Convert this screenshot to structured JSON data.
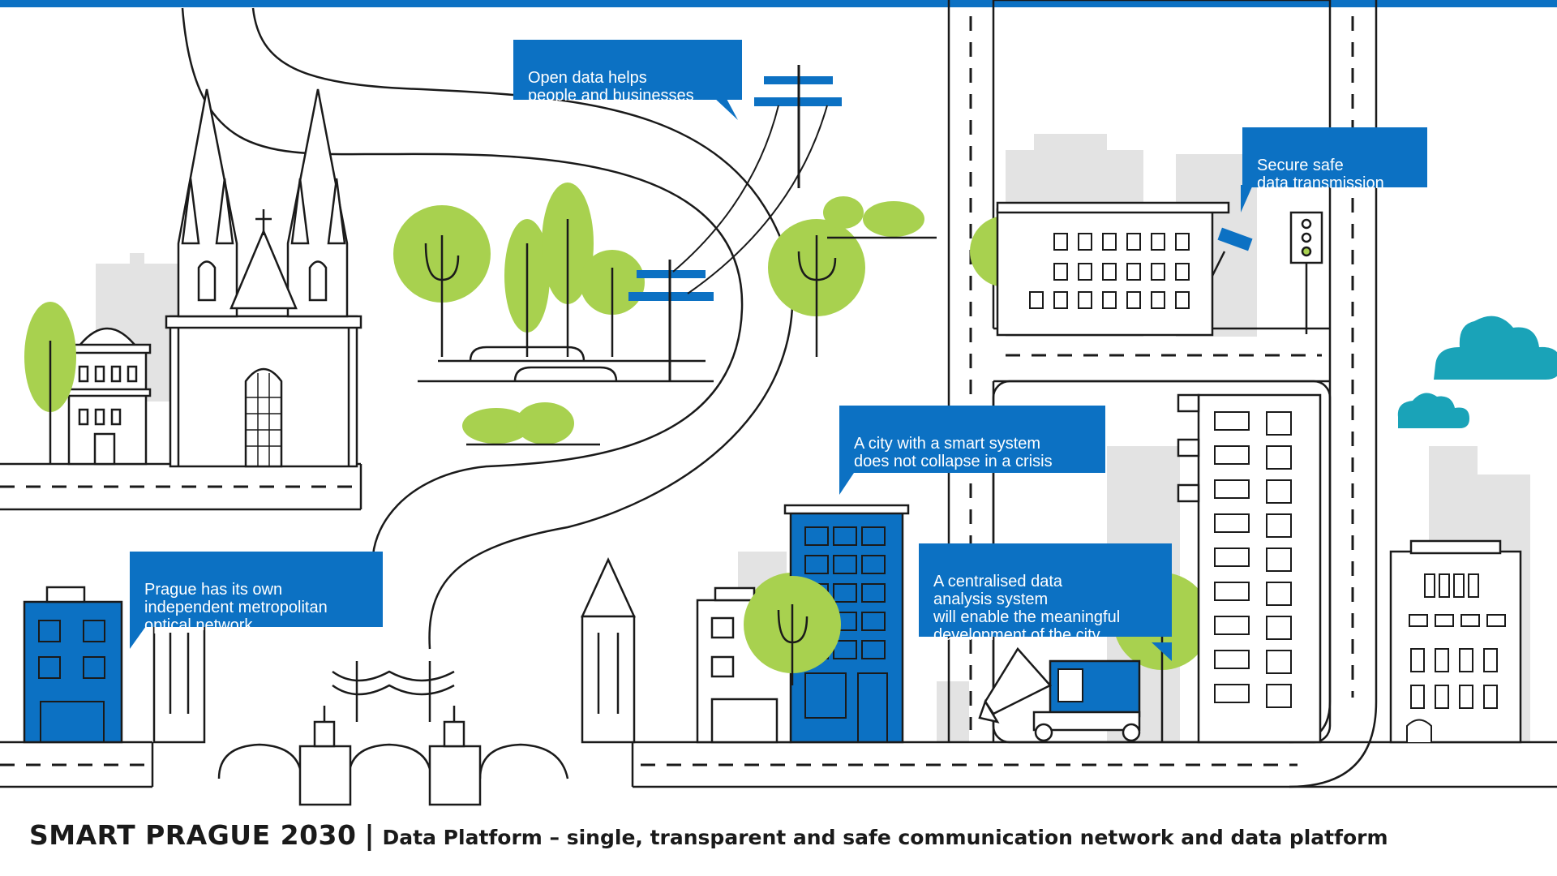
{
  "callouts": {
    "open_data": "Open data helps\npeople and businesses",
    "secure": "Secure safe\ndata transmission",
    "smart_system": "A city with a smart system\ndoes not collapse in a crisis",
    "optical_network": "Prague has its own\nindependent metropolitan\noptical network",
    "centralised": "A centralised data\nanalysis system\nwill enable the meaningful\ndevelopment of the city"
  },
  "footer": {
    "title": "SMART PRAGUE 2030",
    "separator": "|",
    "subtitle": "Data Platform – single, transparent and safe communication network and data platform"
  },
  "colors": {
    "blue": "#0c71c3",
    "green": "#a8d14f",
    "teal": "#1aa3b8",
    "line": "#1a1a1a",
    "ghost": "#e3e3e3"
  },
  "icons": [
    "cathedral",
    "trees",
    "power-pole",
    "cctv-camera",
    "traffic-light",
    "clouds",
    "excavator",
    "bridge"
  ]
}
